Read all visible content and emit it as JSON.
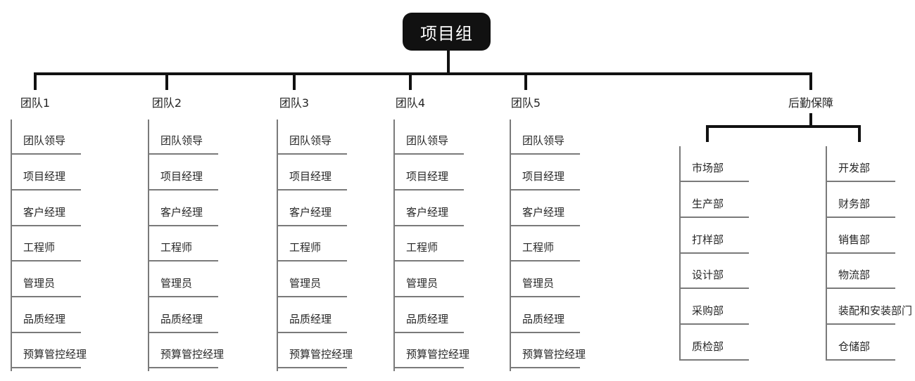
{
  "root": {
    "label": "项目组"
  },
  "teams": [
    {
      "label": "团队1",
      "items": [
        "团队领导",
        "项目经理",
        "客户经理",
        "工程师",
        "管理员",
        "品质经理",
        "预算管控经理"
      ]
    },
    {
      "label": "团队2",
      "items": [
        "团队领导",
        "项目经理",
        "客户经理",
        "工程师",
        "管理员",
        "品质经理",
        "预算管控经理"
      ]
    },
    {
      "label": "团队3",
      "items": [
        "团队领导",
        "项目经理",
        "客户经理",
        "工程师",
        "管理员",
        "品质经理",
        "预算管控经理"
      ]
    },
    {
      "label": "团队4",
      "items": [
        "团队领导",
        "项目经理",
        "客户经理",
        "工程师",
        "管理员",
        "品质经理",
        "预算管控经理"
      ]
    },
    {
      "label": "团队5",
      "items": [
        "团队领导",
        "项目经理",
        "客户经理",
        "工程师",
        "管理员",
        "品质经理",
        "预算管控经理"
      ]
    }
  ],
  "logistics": {
    "label": "后勤保障",
    "columns": [
      {
        "items": [
          "市场部",
          "生产部",
          "打样部",
          "设计部",
          "采购部",
          "质检部"
        ]
      },
      {
        "items": [
          "开发部",
          "财务部",
          "销售部",
          "物流部",
          "装配和安装部门",
          "仓储部"
        ]
      }
    ]
  },
  "colors": {
    "node_background": "#111111",
    "node_text": "#ffffff",
    "connector": "#111111",
    "list_line": "#7a7a7a",
    "text": "#262626",
    "background": "#ffffff"
  }
}
